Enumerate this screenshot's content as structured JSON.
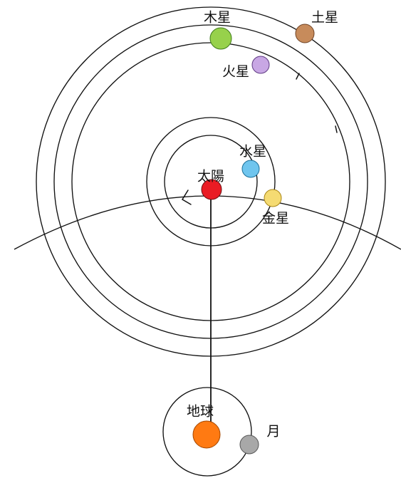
{
  "labels": {
    "sun": "太陽",
    "mercury": "水星",
    "venus": "金星",
    "mars": "火星",
    "jupiter": "木星",
    "saturn": "土星",
    "earth": "地球",
    "moon": "月"
  },
  "colors": {
    "sun": "#ea1c24",
    "mercury": "#6fc5ee",
    "venus": "#f5db72",
    "mars": "#c8a7e4",
    "jupiter": "#97d14b",
    "saturn": "#c78b5b",
    "earth": "#ff7a12",
    "moon": "#a8a8a8"
  }
}
